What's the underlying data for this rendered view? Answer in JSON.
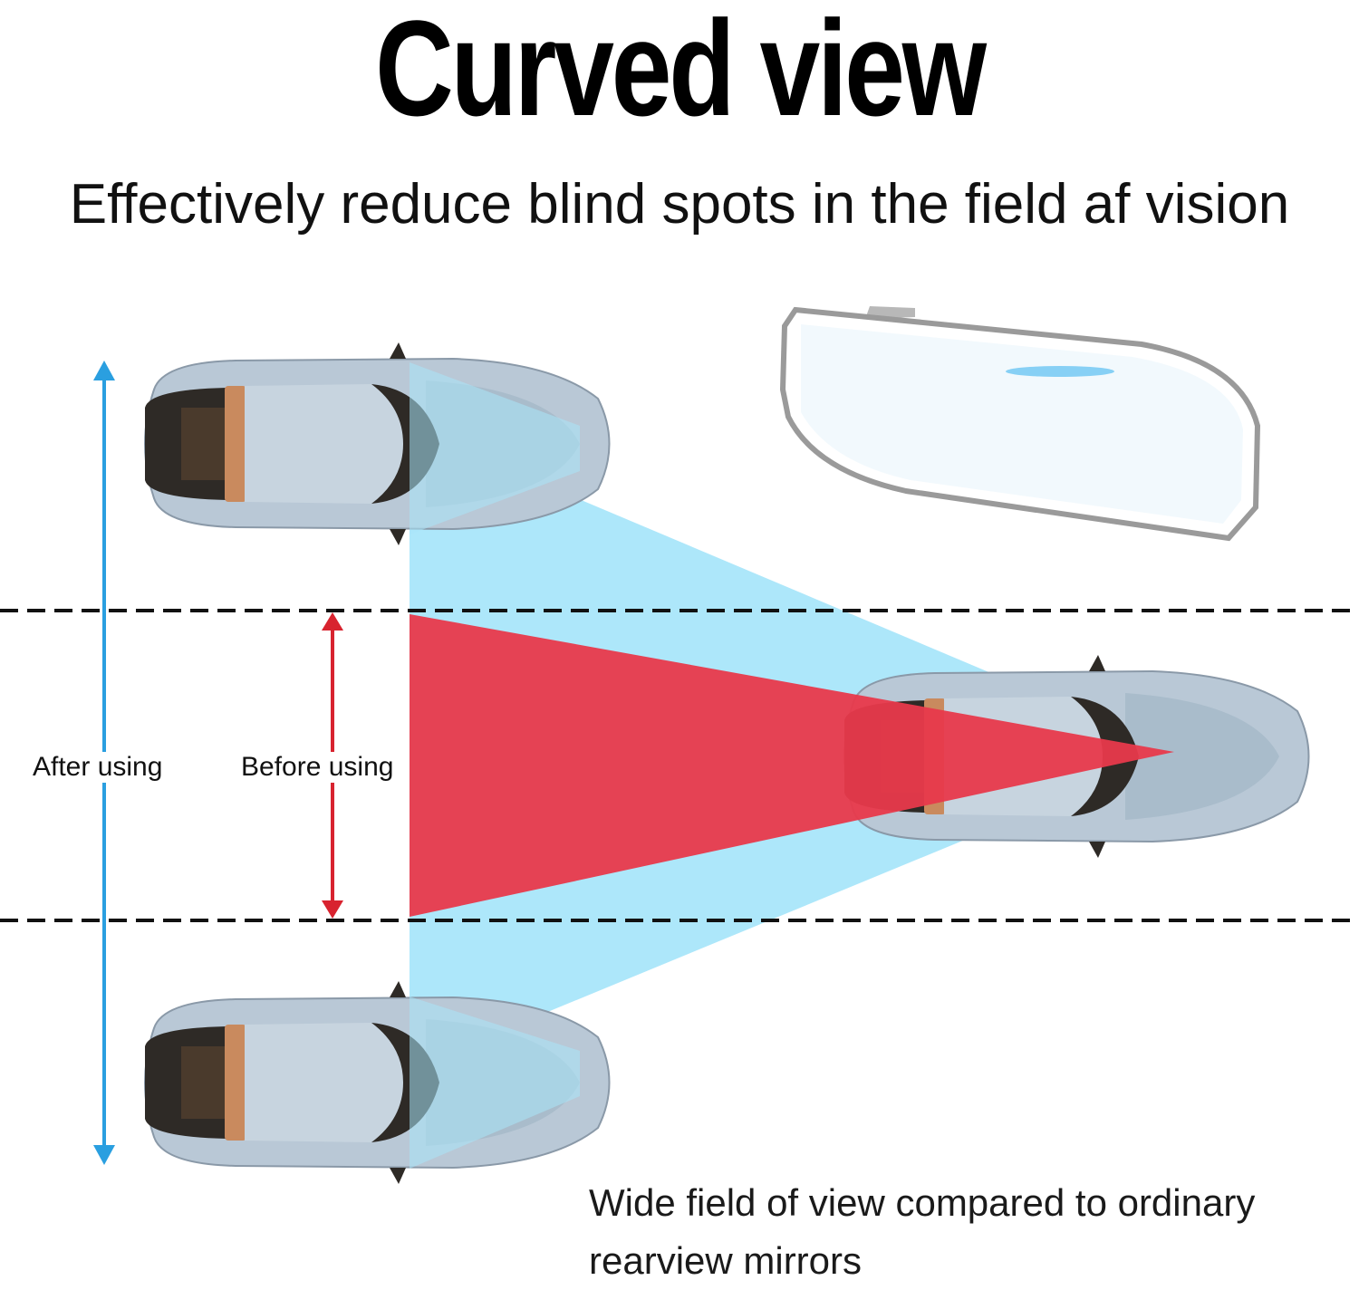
{
  "title": "Curved view",
  "subtitle": "Effectively reduce blind spots in the field af vision",
  "labels": {
    "after": "After using",
    "before": "Before using"
  },
  "caption": "Wide field of view compared to ordinary rearview mirrors",
  "colors": {
    "wide_view_fill": "#a9e6fa",
    "narrow_view_fill": "#e8394b",
    "after_arrow": "#2a9fe0",
    "before_arrow": "#d8232f",
    "lane_line": "#111111",
    "car_body": "#b9c8d6",
    "car_glass": "#2e2a26",
    "car_roof_band": "#c98a5e"
  },
  "icons": {
    "car": "car-topview-icon",
    "mirror": "rearview-mirror-icon"
  }
}
